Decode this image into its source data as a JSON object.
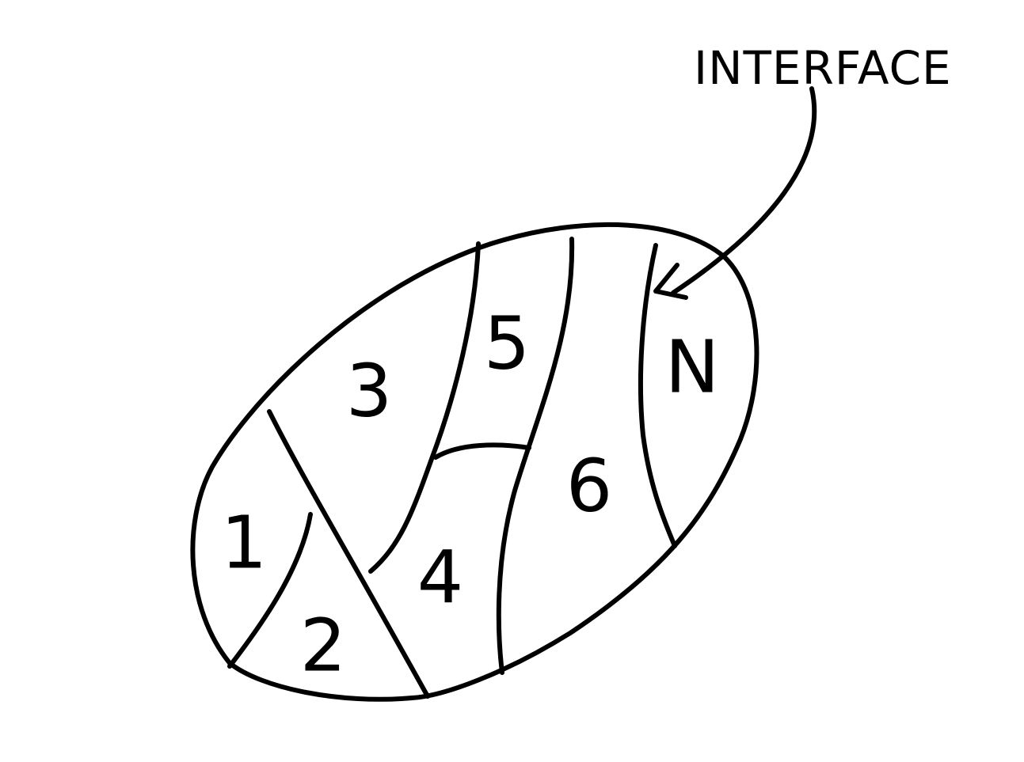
{
  "diagram": {
    "callout": {
      "label": "INTERFACE"
    },
    "regions": [
      {
        "id": "region-1",
        "label": "1"
      },
      {
        "id": "region-2",
        "label": "2"
      },
      {
        "id": "region-3",
        "label": "3"
      },
      {
        "id": "region-4",
        "label": "4"
      },
      {
        "id": "region-5",
        "label": "5"
      },
      {
        "id": "region-6",
        "label": "6"
      },
      {
        "id": "region-n",
        "label": "N"
      }
    ]
  }
}
